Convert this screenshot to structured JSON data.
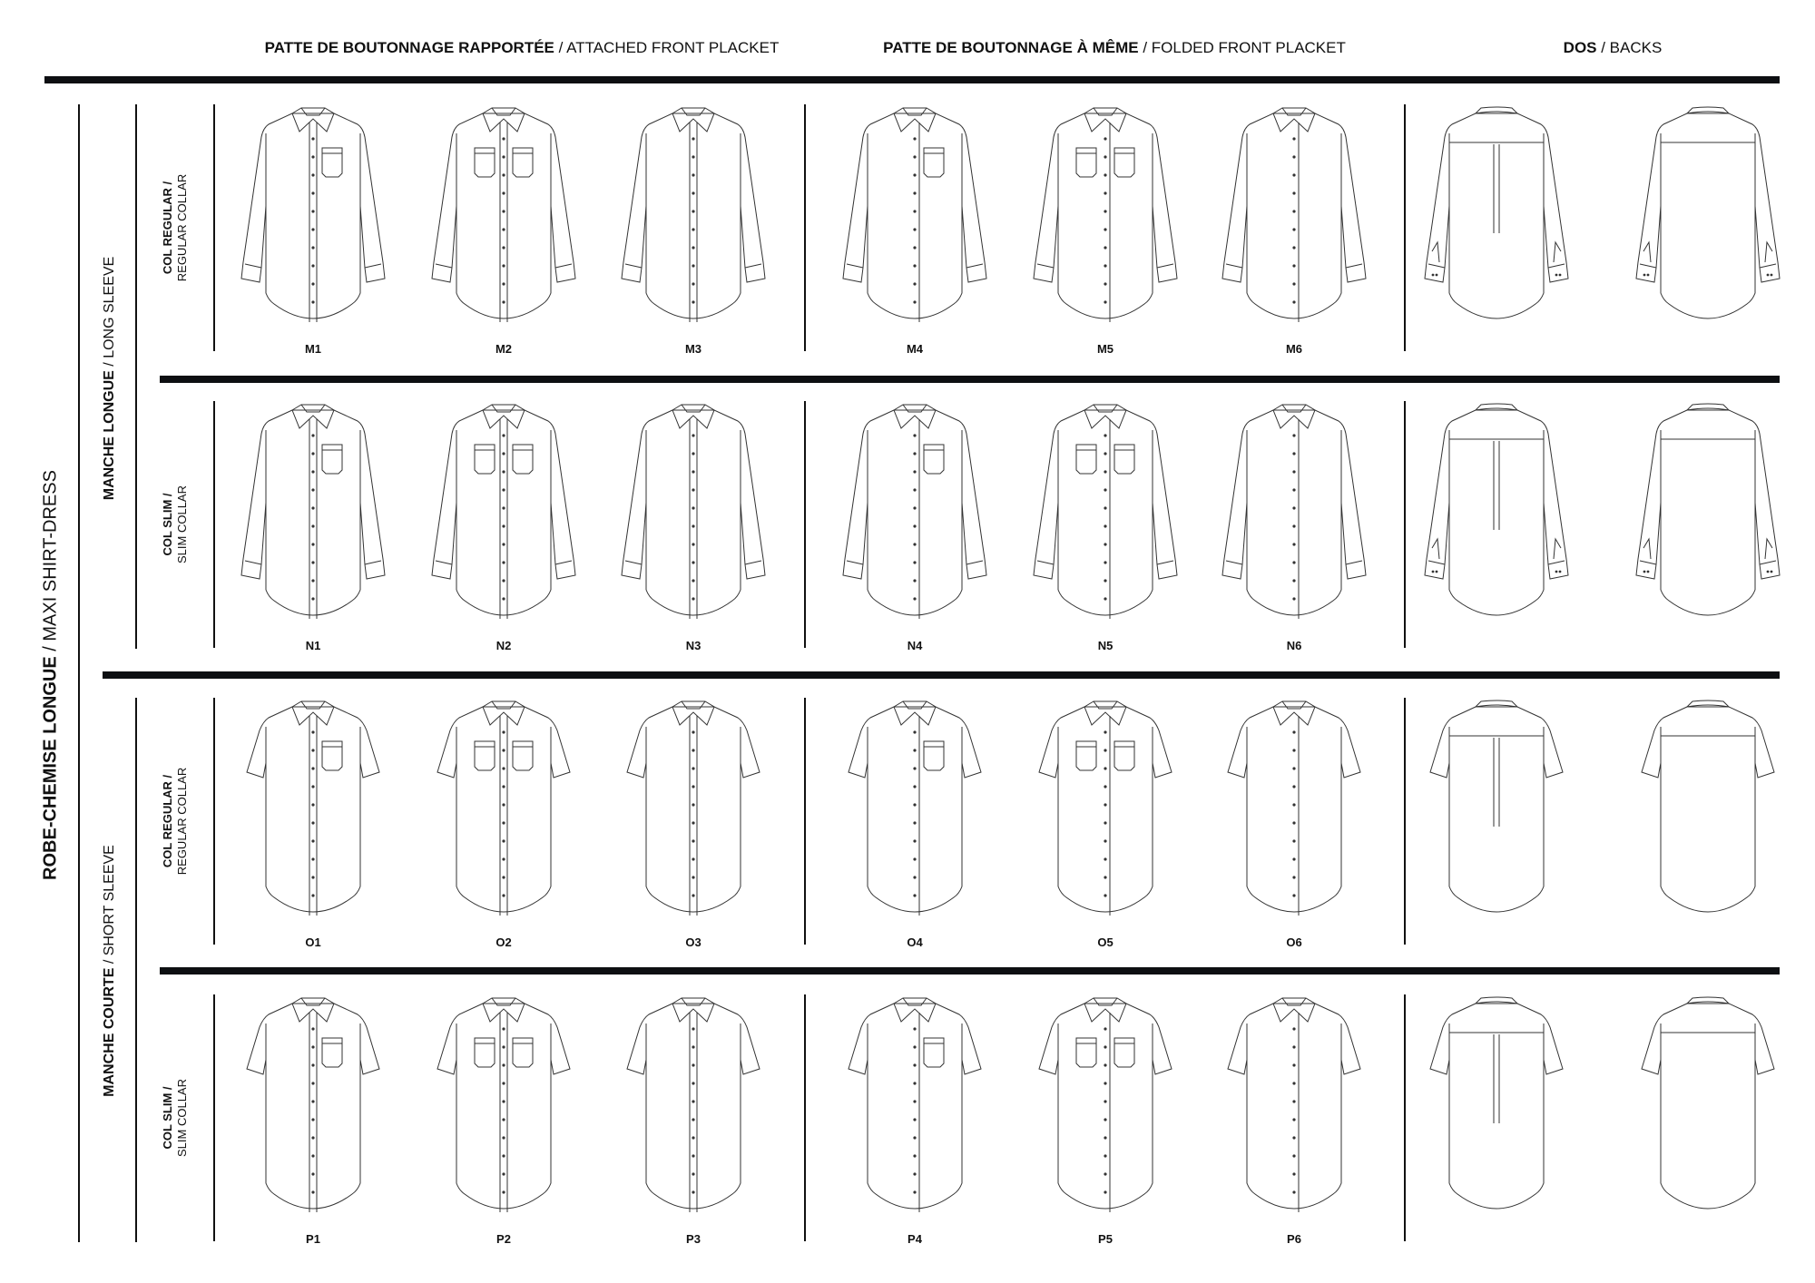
{
  "headers": [
    {
      "fr": "PATTE DE BOUTONNAGE RAPPORTÉE",
      "en": " / ATTACHED FRONT PLACKET"
    },
    {
      "fr": "PATTE DE BOUTONNAGE À MÊME",
      "en": " / FOLDED FRONT PLACKET"
    },
    {
      "fr": "DOS",
      "en": " / BACKS"
    }
  ],
  "title": {
    "fr": "ROBE-CHEMISE LONGUE",
    "en": " / MAXI SHIRT-DRESS"
  },
  "sleeves": [
    {
      "fr": "MANCHE LONGUE",
      "en": " / LONG SLEEVE"
    },
    {
      "fr": "MANCHE COURTE",
      "en": " / SHORT SLEEVE"
    }
  ],
  "rows": [
    {
      "collar_fr": "COL REGULAR /",
      "collar_en": "REGULAR COLLAR",
      "codes": [
        "M1",
        "M2",
        "M3",
        "M4",
        "M5",
        "M6"
      ]
    },
    {
      "collar_fr": "COL SLIM /",
      "collar_en": "SLIM COLLAR",
      "codes": [
        "N1",
        "N2",
        "N3",
        "N4",
        "N5",
        "N6"
      ]
    },
    {
      "collar_fr": "COL REGULAR /",
      "collar_en": "REGULAR COLLAR",
      "codes": [
        "O1",
        "O2",
        "O3",
        "O4",
        "O5",
        "O6"
      ]
    },
    {
      "collar_fr": "COL SLIM /",
      "collar_en": "SLIM COLLAR",
      "codes": [
        "P1",
        "P2",
        "P3",
        "P4",
        "P5",
        "P6"
      ]
    }
  ]
}
